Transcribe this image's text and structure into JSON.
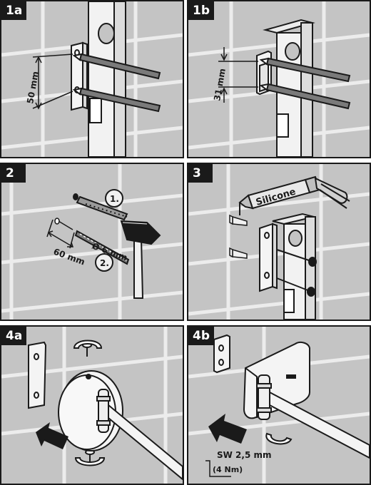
{
  "panels": [
    {
      "id": "1a",
      "label": "1a",
      "dim": "50 mm"
    },
    {
      "id": "1b",
      "label": "1b",
      "dim": "31 mm"
    },
    {
      "id": "2",
      "label": "2",
      "dim_distance": "60 mm",
      "dim_drill": "Ø 6 mm",
      "step1": "1.",
      "step2": "2."
    },
    {
      "id": "3",
      "label": "3",
      "sealant": "Silicone"
    },
    {
      "id": "4a",
      "label": "4a"
    },
    {
      "id": "4b",
      "label": "4b",
      "tool": "SW 2,5 mm",
      "torque": "(4 Nm)"
    }
  ],
  "colors": {
    "tile": "#c4c4c4",
    "grout": "#ececec",
    "ink": "#1a1a1a"
  },
  "icons": [
    "arrow-icon",
    "rotate-arrow-icon",
    "hex-key-icon",
    "hammer-icon",
    "drill-bit-icon",
    "screw-icon",
    "dowel-icon"
  ]
}
